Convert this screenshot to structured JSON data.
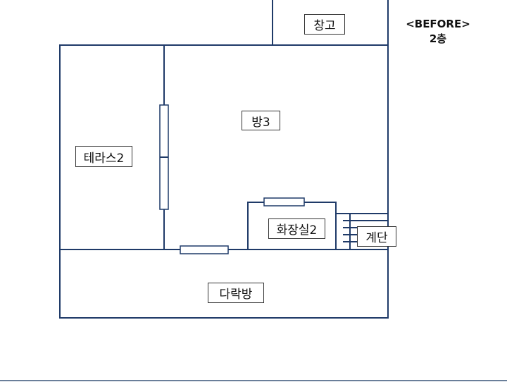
{
  "heading": {
    "title": "<BEFORE>",
    "floor": "2층"
  },
  "rooms": {
    "storage": "창고",
    "room3": "방3",
    "terrace2": "테라스2",
    "bathroom2": "화장실2",
    "stairs": "계단",
    "attic": "다락방"
  },
  "colors": {
    "wall": "#1f3a68",
    "label_border": "#333333"
  }
}
